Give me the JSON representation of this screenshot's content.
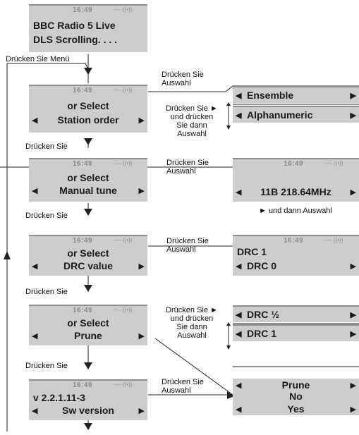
{
  "screens": {
    "s1": {
      "time": "16:49",
      "signal": "---- ((•))",
      "line1": "BBC Radio 5 Live",
      "line2": "DLS Scrolling. . . ."
    },
    "s2": {
      "time": "16:49",
      "signal": "---- ((•))",
      "line1": "or Select",
      "line2": "Station order"
    },
    "s3": {
      "time": "16:49",
      "signal": "---- ((•))",
      "line1": "or Select",
      "line2": "Manual tune"
    },
    "s4": {
      "time": "16:49",
      "signal": "---- ((•))",
      "line1": "or Select",
      "line2": "DRC value"
    },
    "s5": {
      "time": "16:49",
      "signal": "---- ((•))",
      "line1": "or Select",
      "line2": "Prune"
    },
    "s6": {
      "time": "16:49",
      "signal": "---- ((•))",
      "line1": "v 2.2.1.11-3",
      "line2": "Sw version"
    }
  },
  "side": {
    "ensemble": "Ensemble",
    "alphanumeric": "Alphanumeric",
    "manual": {
      "time": "16:49",
      "signal": "---- ((•))",
      "line": "11B  218.64MHz"
    },
    "drc_box": {
      "time": "16:49",
      "signal": "---- ((•))",
      "line1": "DRC 1",
      "line2": "DRC 0"
    },
    "drc_half": "DRC ½",
    "drc_one": "DRC 1",
    "prune": {
      "line1": "Prune",
      "line2": "No",
      "line3": "Yes"
    }
  },
  "labels": {
    "menu": "Drücken Sie Menü",
    "press": "Drücken Sie",
    "press_select": [
      "Drücken Sie",
      "Auswahl"
    ],
    "press_arrow": [
      "Drücken Sie ►",
      "und drücken",
      "Sie dann",
      "Auswahl"
    ],
    "then_select": "► und dann Auswahl"
  }
}
